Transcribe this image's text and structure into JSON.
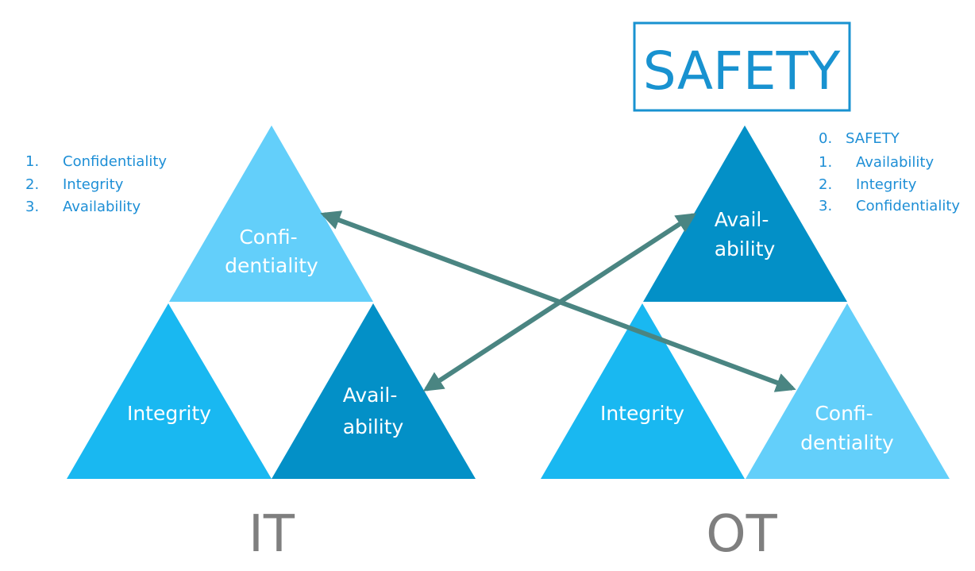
{
  "colors": {
    "light": "#63cffa",
    "mid": "#19b8f1",
    "dark": "#0390c7",
    "arrow": "#4a8582",
    "list_text": "#1e8fd6",
    "safety_blue": "#1892d0",
    "label_gray": "#7f7f7f"
  },
  "it": {
    "label": "IT",
    "list": [
      {
        "num": "1.",
        "text": "Confidentiality"
      },
      {
        "num": "2.",
        "text": "Integrity"
      },
      {
        "num": "3.",
        "text": "Availability"
      }
    ],
    "top": {
      "lines": [
        "Confi-",
        "dentiality"
      ],
      "tone": "light"
    },
    "bottom_left": {
      "lines": [
        "Integrity"
      ],
      "tone": "mid"
    },
    "bottom_right": {
      "lines": [
        "Avail-",
        "ability"
      ],
      "tone": "dark"
    }
  },
  "ot": {
    "label": "OT",
    "safety_title": "SAFETY",
    "list": [
      {
        "num": "0.",
        "text": "SAFETY"
      },
      {
        "num": "1.",
        "text": "Availability"
      },
      {
        "num": "2.",
        "text": "Integrity"
      },
      {
        "num": "3.",
        "text": "Confidentiality"
      }
    ],
    "top": {
      "lines": [
        "Avail-",
        "ability"
      ],
      "tone": "dark"
    },
    "bottom_left": {
      "lines": [
        "Integrity"
      ],
      "tone": "mid"
    },
    "bottom_right": {
      "lines": [
        "Confi-",
        "dentiality"
      ],
      "tone": "light"
    }
  }
}
